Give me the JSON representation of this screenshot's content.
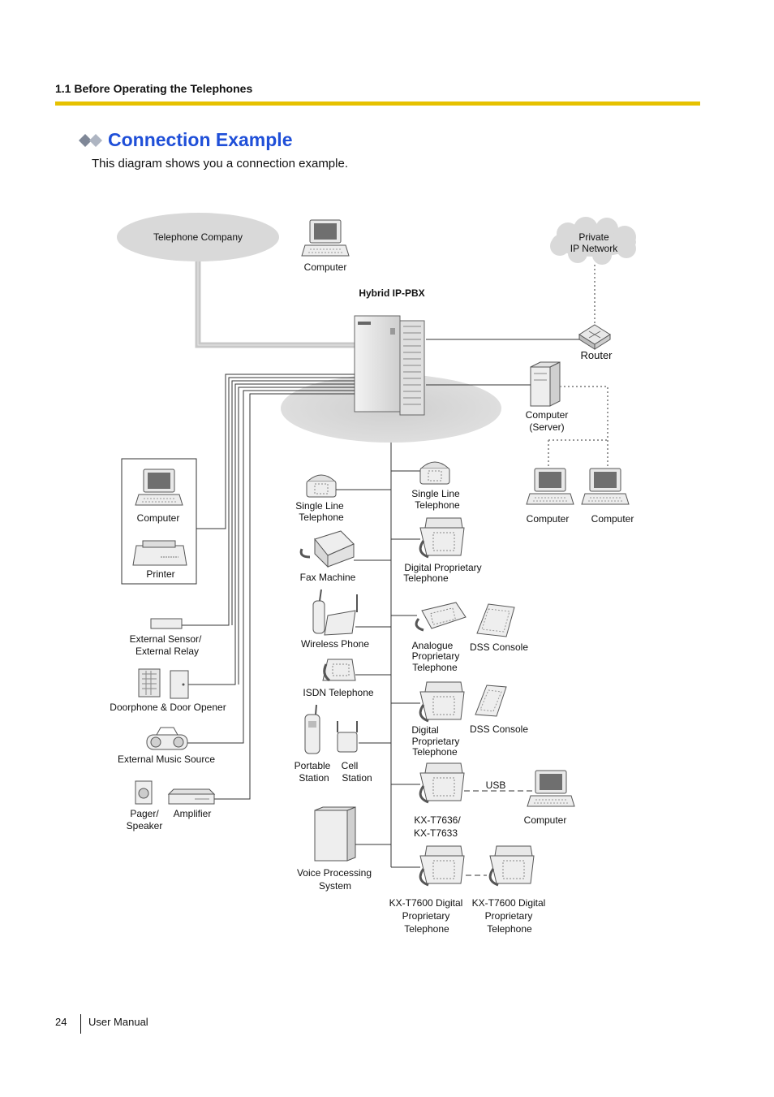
{
  "header": {
    "section": "1.1 Before Operating the Telephones"
  },
  "page": {
    "title": "Connection Example",
    "intro": "This diagram shows you a connection example."
  },
  "diagram": {
    "telephone_company": "Telephone Company",
    "computer_top": "Computer",
    "hybrid_pbx": "Hybrid IP-PBX",
    "private_ip_network_1": "Private",
    "private_ip_network_2": "IP Network",
    "router": "Router",
    "computer_server_1": "Computer",
    "computer_server_2": "(Server)",
    "computer_right_1": "Computer",
    "computer_right_2": "Computer",
    "box_computer": "Computer",
    "box_printer": "Printer",
    "ext_sensor_1": "External Sensor/",
    "ext_sensor_2": "External Relay",
    "doorphone": "Doorphone & Door Opener",
    "music_source": "External Music Source",
    "pager_1": "Pager/",
    "pager_2": "Speaker",
    "amplifier": "Amplifier",
    "slt_left_1": "Single Line",
    "slt_left_2": "Telephone",
    "fax": "Fax Machine",
    "wireless": "Wireless Phone",
    "isdn": "ISDN Telephone",
    "portable_1": "Portable",
    "portable_2": "Station",
    "cell_1": "Cell",
    "cell_2": "Station",
    "vps_1": "Voice Processing",
    "vps_2": "System",
    "slt_right_1": "Single Line",
    "slt_right_2": "Telephone",
    "dpt_1": "Digital Proprietary",
    "dpt_2": "Telephone",
    "apt_1": "Analogue",
    "apt_2": "Proprietary",
    "apt_3": "Telephone",
    "dss_1": "DSS Console",
    "dpt2_1": "Digital",
    "dpt2_2": "Proprietary",
    "dpt2_3": "Telephone",
    "dss_2": "DSS Console",
    "usb": "USB",
    "kx7636_1": "KX-T7636/",
    "kx7636_2": "KX-T7633",
    "computer_usb": "Computer",
    "kx7600a_1": "KX-T7600 Digital",
    "kx7600a_2": "Proprietary",
    "kx7600a_3": "Telephone",
    "kx7600b_1": "KX-T7600  Digital",
    "kx7600b_2": "Proprietary",
    "kx7600b_3": "Telephone"
  },
  "footer": {
    "page_number": "24",
    "manual": "User Manual"
  }
}
